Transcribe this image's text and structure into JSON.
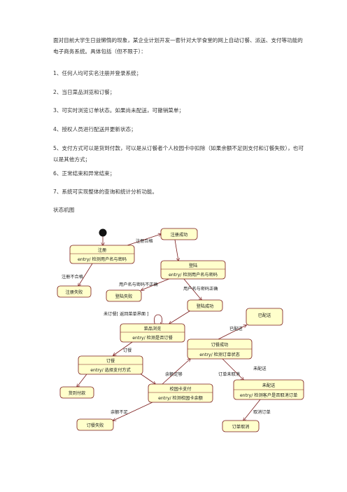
{
  "intro": "面对目前大学生日益懒惰的现象，某企业计划开发一套针对大学食堂的网上自动订餐、派送、支付等功能的电子商务系统。具体包括（但不限于）：",
  "items": [
    "1、任何人均可实名注册并登录系统；",
    "2、当日菜品浏览和订餐；",
    "3、可实时浏览订单状态。如果尚未配送，可撤销菜单；",
    "4、授权人员进行配送并更新状态；",
    "5、支付方式可以是货到付款，可以是从订餐者个人校园卡中扣除（如果余额不足则支付和订餐失败），也可以是其他方式；",
    "6、正常结束和异常结束；",
    "7、系统可实现整体的查询和统计分析功能。"
  ],
  "section_title": "状态机图",
  "diagram": {
    "states": {
      "register": {
        "name": "注册",
        "entry": "entry/ 检测用户名与密码"
      },
      "register_ok": {
        "name": "注册成功"
      },
      "register_fail": {
        "name": "注册失败"
      },
      "login": {
        "name": "登陆",
        "entry": "entry/ 检测用户名与密码"
      },
      "login_fail": {
        "name": "登陆失败"
      },
      "login_ok": {
        "name": "登陆成功"
      },
      "browse": {
        "name": "菜品浏览",
        "entry": "entry/ 检测是否订餐"
      },
      "order": {
        "name": "订餐",
        "entry": "entry/ 选择支付方式"
      },
      "cod": {
        "name": "货到付款"
      },
      "card": {
        "name": "校园卡支付",
        "entry": "entry/ 检测校园卡余额"
      },
      "order_fail": {
        "name": "订餐失败"
      },
      "order_ok": {
        "name": "订餐成功",
        "entry": "entry/ 检测订单状态"
      },
      "delivered": {
        "name": "已配送"
      },
      "undelivered": {
        "name": "未配送",
        "entry": "entry/ 检测客户是否取消订单"
      },
      "cancelled": {
        "name": "订单取消"
      }
    },
    "transitions": {
      "reg_qualified": "注册合格",
      "reg_unqualified": "注册不合格",
      "login_wrong": "用户名与密码不正确",
      "login_right": "用户名与密码正确",
      "not_ordered": "未订餐[ 返回菜单界面 ]",
      "ordered": "订餐",
      "balance_ok": "余额足够",
      "balance_low": "余额不足",
      "was_delivered": "已配送",
      "not_delivered": "未配送",
      "not_cancelled": "订单未取消",
      "cancel_order": "取消订单"
    }
  }
}
